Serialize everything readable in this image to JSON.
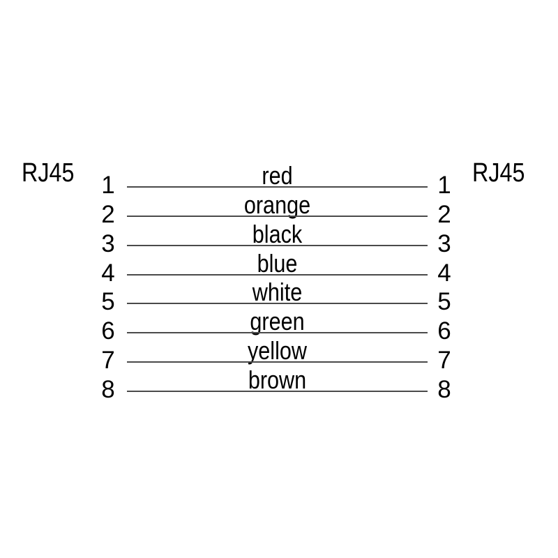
{
  "page": {
    "background_color": "#ffffff",
    "text_color": "#000000",
    "line_color": "#4a4a4a"
  },
  "diagram": {
    "left_connector_label": "RJ45",
    "right_connector_label": "RJ45",
    "wires": [
      {
        "left_pin": "1",
        "color": "red",
        "right_pin": "1"
      },
      {
        "left_pin": "2",
        "color": "orange",
        "right_pin": "2"
      },
      {
        "left_pin": "3",
        "color": "black",
        "right_pin": "3"
      },
      {
        "left_pin": "4",
        "color": "blue",
        "right_pin": "4"
      },
      {
        "left_pin": "5",
        "color": "white",
        "right_pin": "5"
      },
      {
        "left_pin": "6",
        "color": "green",
        "right_pin": "6"
      },
      {
        "left_pin": "7",
        "color": "yellow",
        "right_pin": "7"
      },
      {
        "left_pin": "8",
        "color": "brown",
        "right_pin": "8"
      }
    ]
  }
}
